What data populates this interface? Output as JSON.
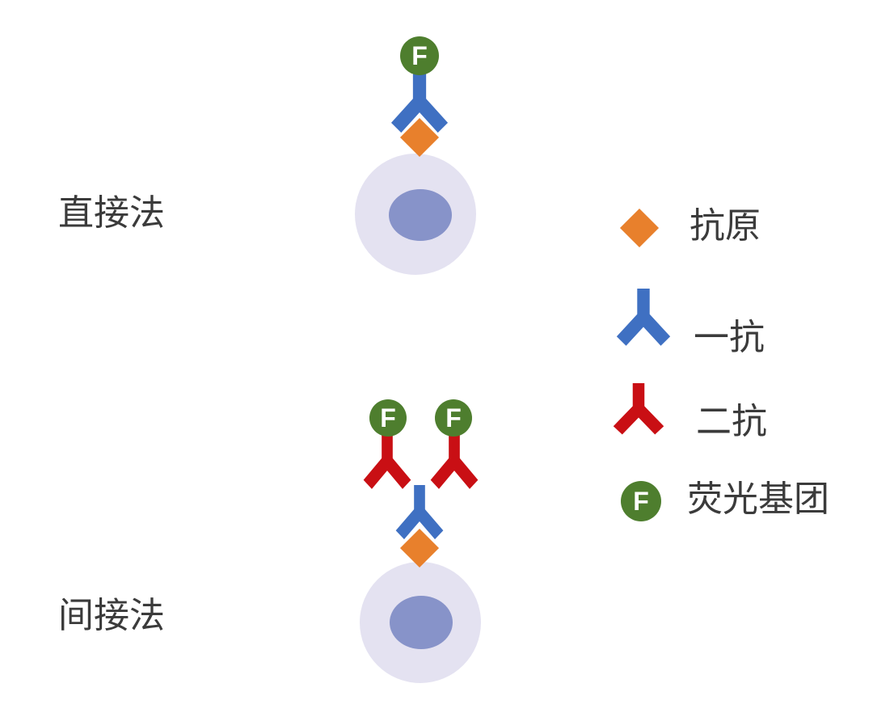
{
  "colors": {
    "background": "#ffffff",
    "text": "#3b3b3b",
    "antigen_orange": "#e8802c",
    "antibody_blue": "#3f70c2",
    "antibody_red": "#c90f14",
    "fluorophore_green": "#4e7e2e",
    "cell_body": "#e4e2f1",
    "cell_nucleus": "#8793c9",
    "f_letter": "#ffffff"
  },
  "methods": {
    "direct": {
      "label": "直接法"
    },
    "indirect": {
      "label": "间接法"
    }
  },
  "fluorophore": {
    "letter": "F"
  },
  "legend": {
    "items": [
      {
        "id": "antigen",
        "label": "抗原"
      },
      {
        "id": "primary-antibody",
        "label": "一抗"
      },
      {
        "id": "secondary-antibody",
        "label": "二抗"
      },
      {
        "id": "fluorophore",
        "label": "荧光基团"
      }
    ]
  }
}
